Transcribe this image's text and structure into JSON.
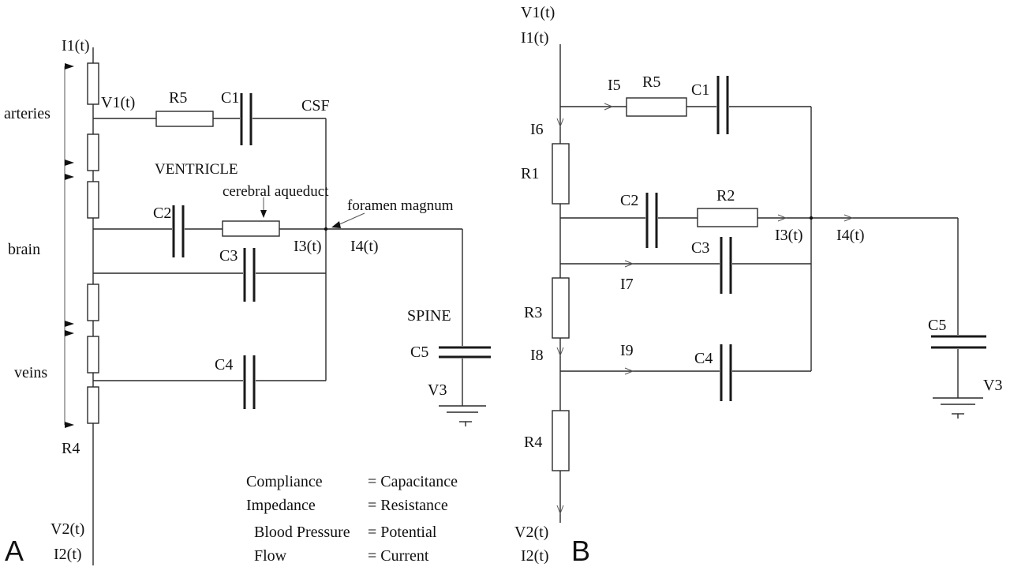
{
  "panel_a": {
    "panel_label": "A",
    "labels": {
      "i1": "I1(t)",
      "arteries": "arteries",
      "v1": "V1(t)",
      "r5": "R5",
      "c1": "C1",
      "csf": "CSF",
      "ventricle": "VENTRICLE",
      "aqueduct": "cerebral aqueduct",
      "foramen": "foramen magnum",
      "c2": "C2",
      "brain": "brain",
      "i3": "I3(t)",
      "i4": "I4(t)",
      "c3": "C3",
      "spine": "SPINE",
      "c5": "C5",
      "v3": "V3",
      "veins": "veins",
      "c4": "C4",
      "r4": "R4",
      "v2": "V2(t)",
      "i2": "I2(t)"
    },
    "legend": [
      {
        "term": "Compliance",
        "equiv": "= Capacitance"
      },
      {
        "term": "Impedance",
        "equiv": "= Resistance"
      },
      {
        "term": "Blood Pressure",
        "equiv": "= Potential"
      },
      {
        "term": "Flow",
        "equiv": "= Current"
      }
    ]
  },
  "panel_b": {
    "panel_label": "B",
    "labels": {
      "v1": "V1(t)",
      "i1": "I1(t)",
      "i5": "I5",
      "r5": "R5",
      "c1": "C1",
      "i6": "I6",
      "r1": "R1",
      "c2": "C2",
      "r2": "R2",
      "i3": "I3(t)",
      "i4": "I4(t)",
      "c3": "C3",
      "i7": "I7",
      "r3": "R3",
      "c5": "C5",
      "i8": "I8",
      "i9": "I9",
      "c4": "C4",
      "v3": "V3",
      "r4": "R4",
      "v2": "V2(t)",
      "i2": "I2(t)"
    }
  }
}
